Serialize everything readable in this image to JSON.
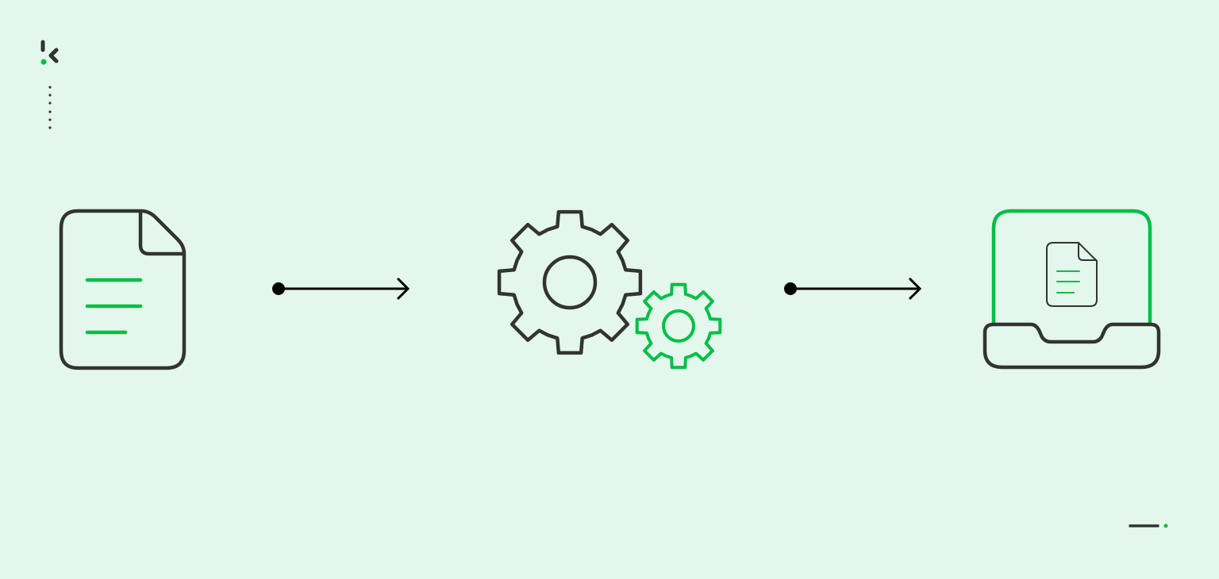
{
  "colors": {
    "background": "#e3f7ec",
    "dark": "#333333",
    "accent": "#00bf45",
    "arrow": "#000000"
  },
  "diagram": {
    "type": "flow",
    "nodes": [
      {
        "icon": "document-icon"
      },
      {
        "icon": "gears-icon"
      },
      {
        "icon": "laptop-document-icon"
      }
    ],
    "edges": [
      {
        "from": 0,
        "to": 1,
        "icon": "arrow-right-icon"
      },
      {
        "from": 1,
        "to": 2,
        "icon": "arrow-right-icon"
      }
    ]
  },
  "decor": {
    "logo": "k-logo",
    "dotted_line_icon": "vertical-dots-icon",
    "corner_mark_icon": "dash-dot-icon"
  }
}
